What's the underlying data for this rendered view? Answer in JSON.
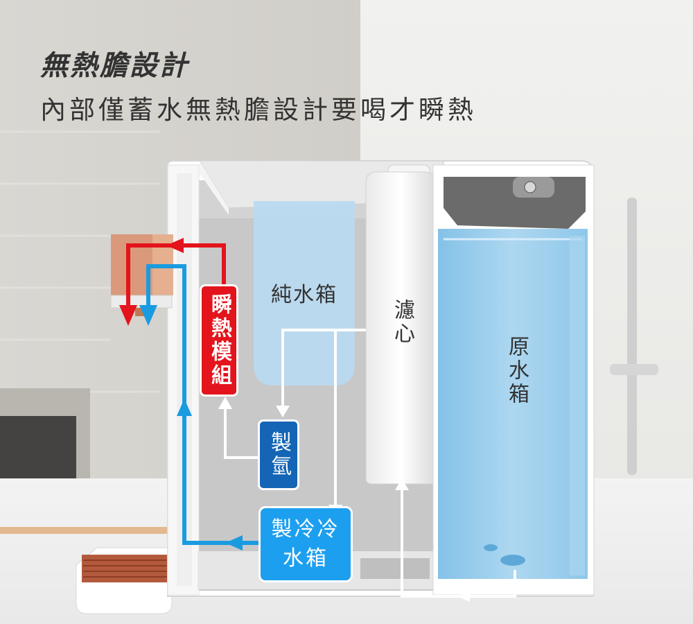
{
  "title": "無熱膽設計",
  "subtitle": "內部僅蓄水無熱膽設計要喝才瞬熱",
  "components": {
    "instant_heat_module": "瞬熱模組",
    "pure_water_tank": "純水箱",
    "filter": "濾心",
    "raw_water_tank": "原水箱",
    "hydrogen_generator": "製氫",
    "cold_water_tank": "製冷冷水箱"
  },
  "colors": {
    "hot_flow": "#e3141c",
    "cold_flow": "#1a9be0",
    "hydrogen_box": "#1465b6",
    "cold_box": "#1d9ff0",
    "white_flow": "#ffffff"
  }
}
